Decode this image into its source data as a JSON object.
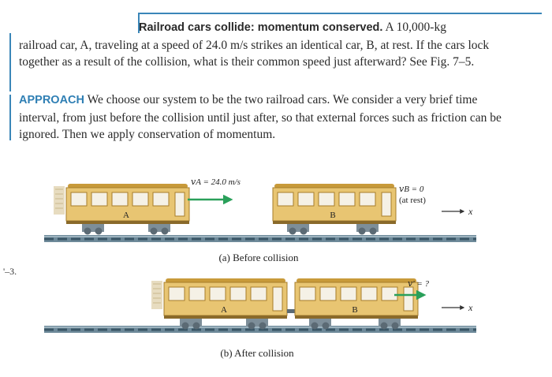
{
  "example": {
    "title": "Railroad cars collide: momentum conserved.",
    "problem_first": "A 10,000-kg",
    "problem_rest": "railroad car, A, traveling at a speed of 24.0 m/s strikes an identical car, B, at rest. If the cars lock together as a result of the collision, what is their common speed just afterward? See Fig. 7–5.",
    "approach_label": "APPROACH",
    "approach_text": "We choose our system to be the two railroad cars. We consider a very brief time interval, from just before the collision until just after, so that external forces such as friction can be ignored. Then we apply conservation of momentum."
  },
  "figure": {
    "side_label": "'–3.",
    "before": {
      "caption": "(a) Before collision",
      "car_a_letter": "A",
      "car_b_letter": "B",
      "va_label": "𝑣A = 24.0 m/s",
      "vb_label": "𝑣B = 0",
      "vb_note": "(at rest)",
      "axis_label": "x"
    },
    "after": {
      "caption": "(b) After collision",
      "car_a_letter": "A",
      "car_b_letter": "B",
      "v_label": "𝑣′ = ?",
      "axis_label": "x"
    }
  },
  "colors": {
    "accent_blue": "#2f7fb4",
    "car_body": "#e8c572",
    "window": "#f5f1e6",
    "arrow_green": "#2aa05a",
    "rail": "#5f7f91"
  }
}
